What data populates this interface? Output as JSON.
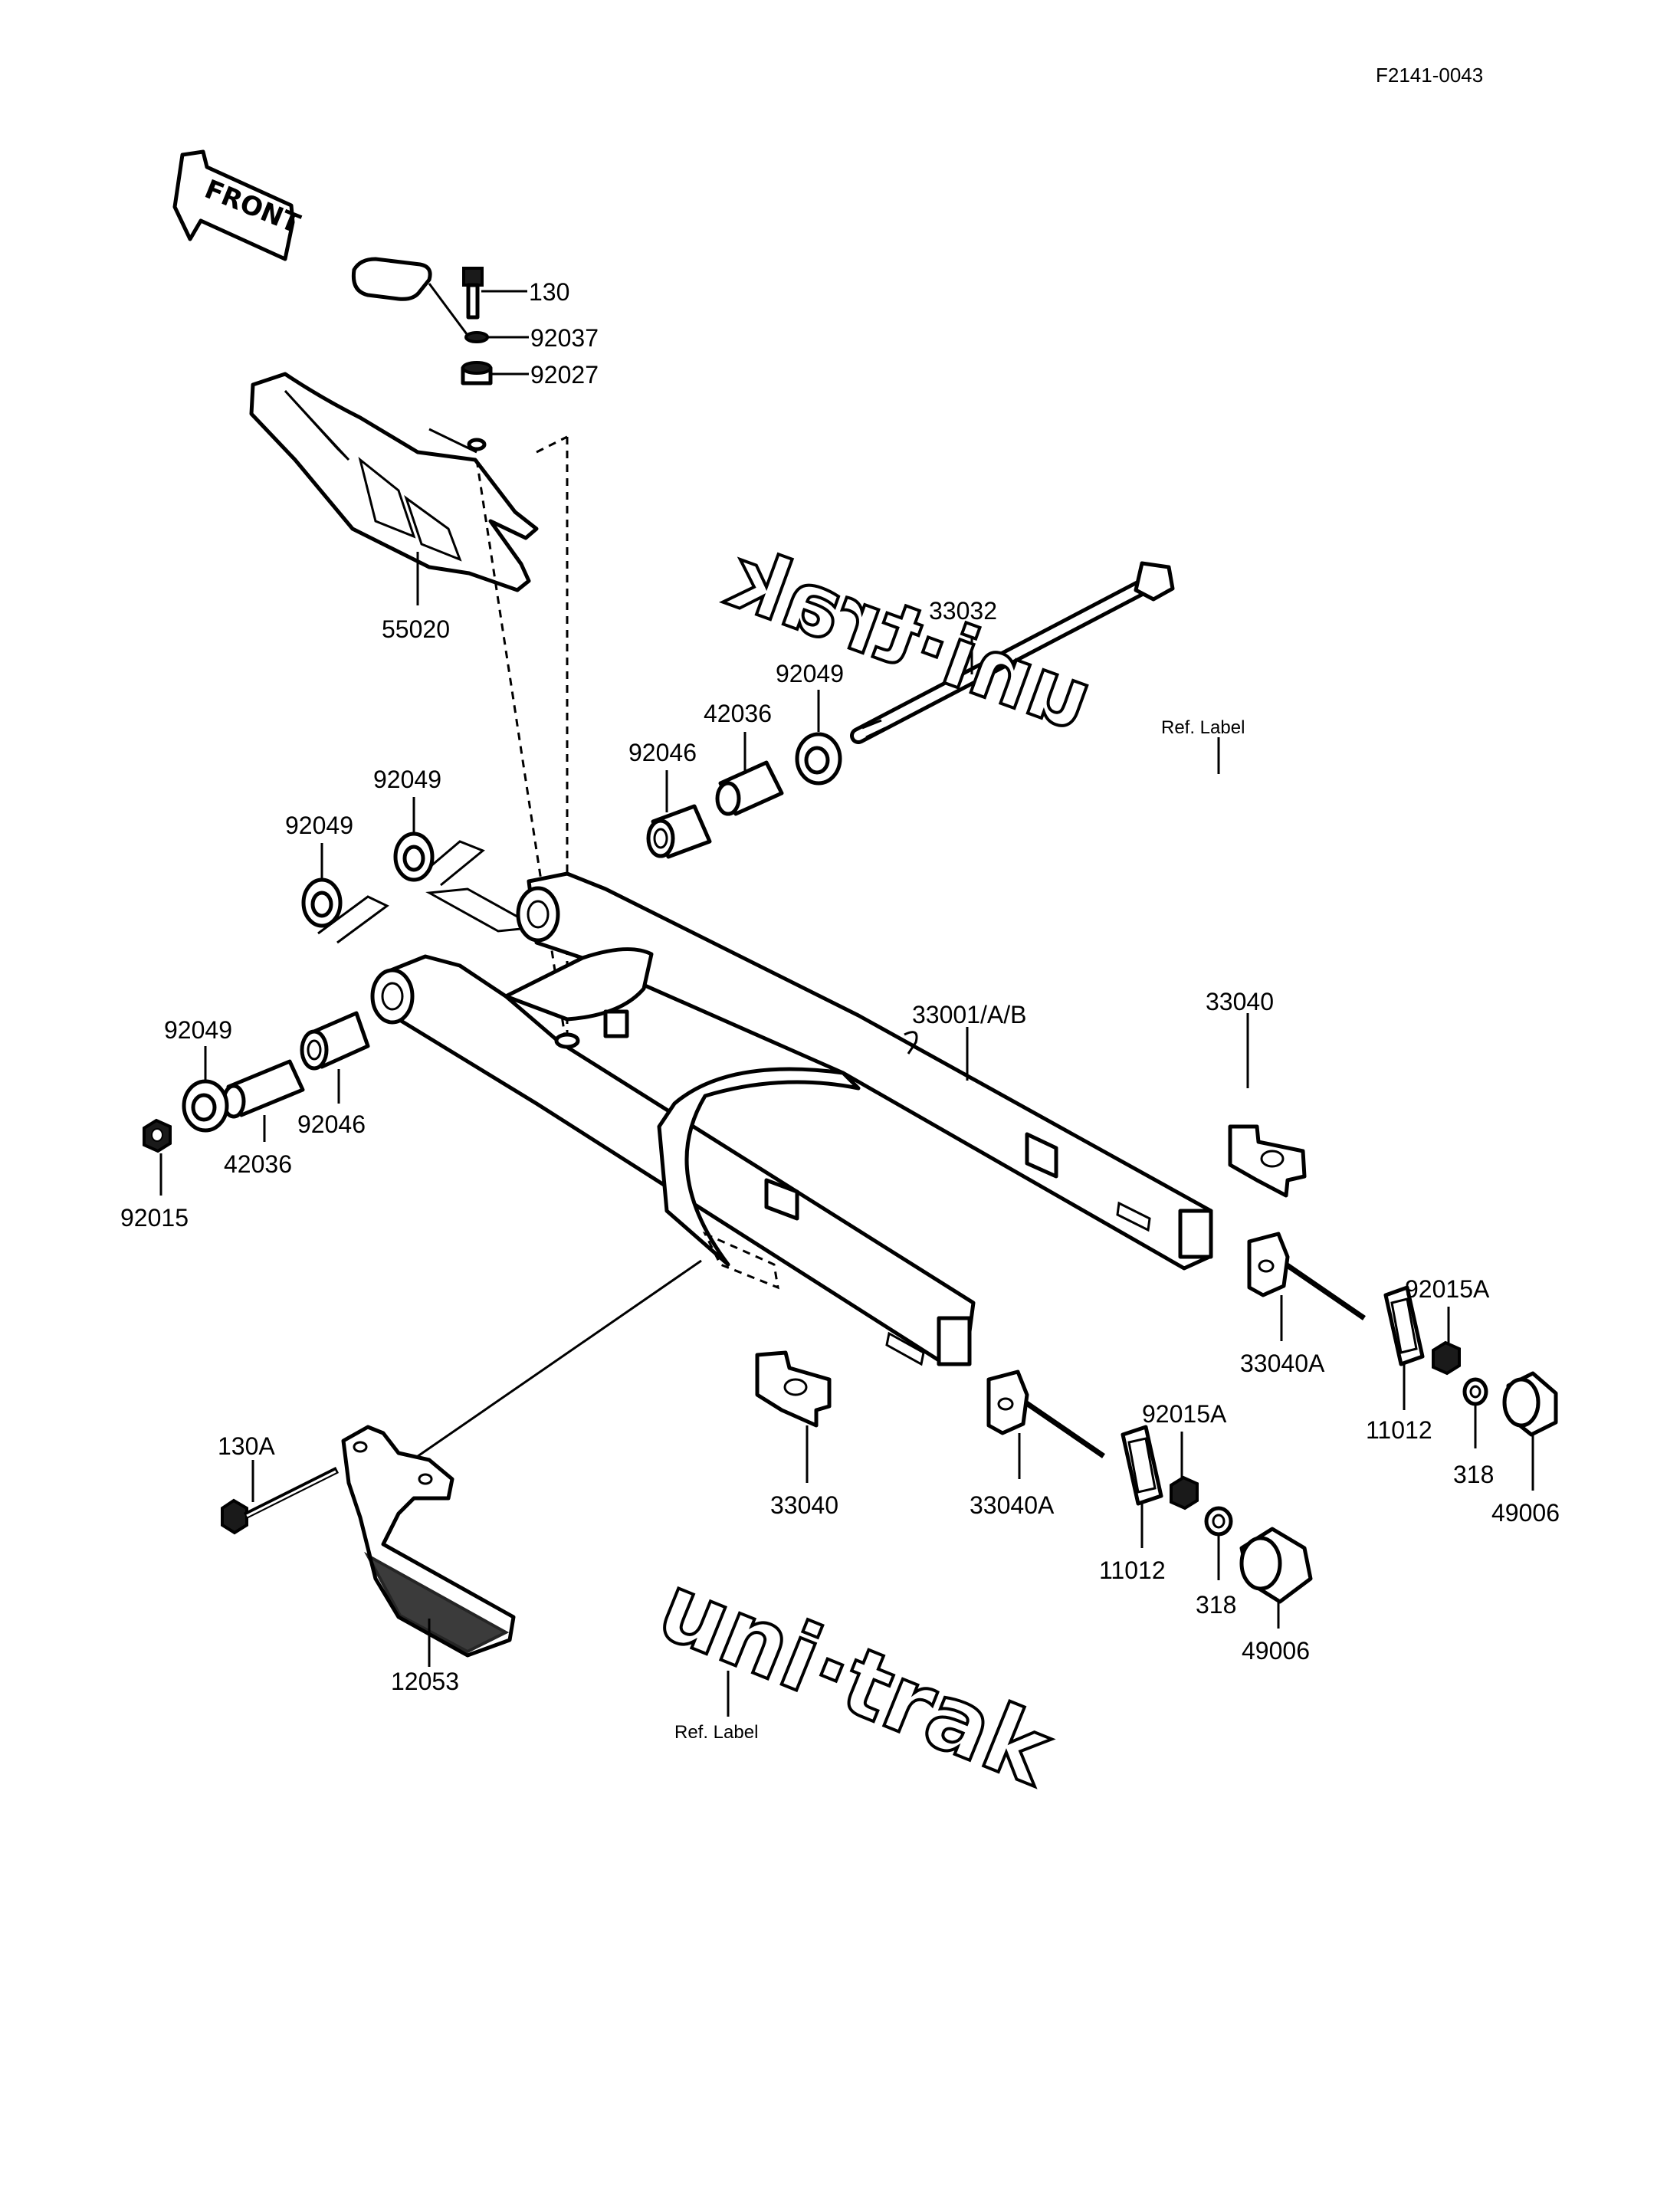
{
  "doc_code": "F2141-0043",
  "front_label": "FRONT",
  "ref_label_text": "Ref. Label",
  "decal_text": "uni·trak",
  "parts": {
    "p130": "130",
    "p92037": "92037",
    "p92027": "92027",
    "p55020": "55020",
    "p33032": "33032",
    "p92049_a": "92049",
    "p42036_a": "42036",
    "p92046_a": "92046",
    "p92049_b": "92049",
    "p92049_c": "92049",
    "p33001": "33001/A/B",
    "p33040_a": "33040",
    "p92049_d": "92049",
    "p92046_b": "92046",
    "p42036_b": "42036",
    "p92015": "92015",
    "p33040A_a": "33040A",
    "p92015A_a": "92015A",
    "p11012_a": "11012",
    "p318_a": "318",
    "p49006_a": "49006",
    "p130A": "130A",
    "p33040_b": "33040",
    "p33040A_b": "33040A",
    "p92015A_b": "92015A",
    "p11012_b": "11012",
    "p318_b": "318",
    "p49006_b": "49006",
    "p12053": "12053"
  }
}
